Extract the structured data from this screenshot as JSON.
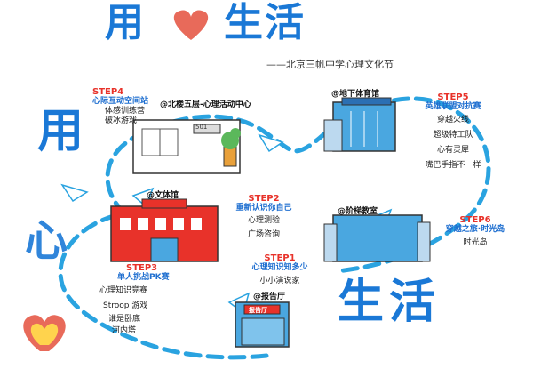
{
  "header": {
    "title_left": "用",
    "title_right": "生活",
    "subtitle": "——北京三帆中学心理文化节"
  },
  "big_left": "用",
  "big_middle": "心",
  "big_bottom": "生活",
  "steps": [
    {
      "step": "STEP1",
      "title": "心理知识知多少",
      "place": "@报告厅",
      "activities": [
        "小小演说家"
      ],
      "building_sign": "报告厅"
    },
    {
      "step": "STEP2",
      "title": "重新认识你自己",
      "place": "@文体馆",
      "activities": [
        "心理测验",
        "广场咨询"
      ]
    },
    {
      "step": "STEP3",
      "title": "单人挑战PK赛",
      "activities": [
        "心理知识竞赛",
        "Stroop 游戏",
        "谁是卧底",
        "河内塔"
      ]
    },
    {
      "step": "STEP4",
      "title": "心际互动空间站",
      "place": "@北楼五层-心理活动中心",
      "activities": [
        "体感训练营",
        "破冰游戏"
      ],
      "building_sign": "501"
    },
    {
      "step": "STEP5",
      "title": "英雄联盟对抗赛",
      "place": "@地下体育馆",
      "activities": [
        "穿越火线",
        "超级特工队",
        "心有灵犀",
        "嘴巴手指不一样"
      ]
    },
    {
      "step": "STEP6",
      "title": "穿越之旅·时光岛",
      "place": "@阶梯教室",
      "activities": [
        "时光岛"
      ]
    }
  ],
  "colors": {
    "blue": "#1a78d6",
    "red": "#e8322a",
    "heart": "#e86a5a",
    "path": "#2aa3e0"
  }
}
